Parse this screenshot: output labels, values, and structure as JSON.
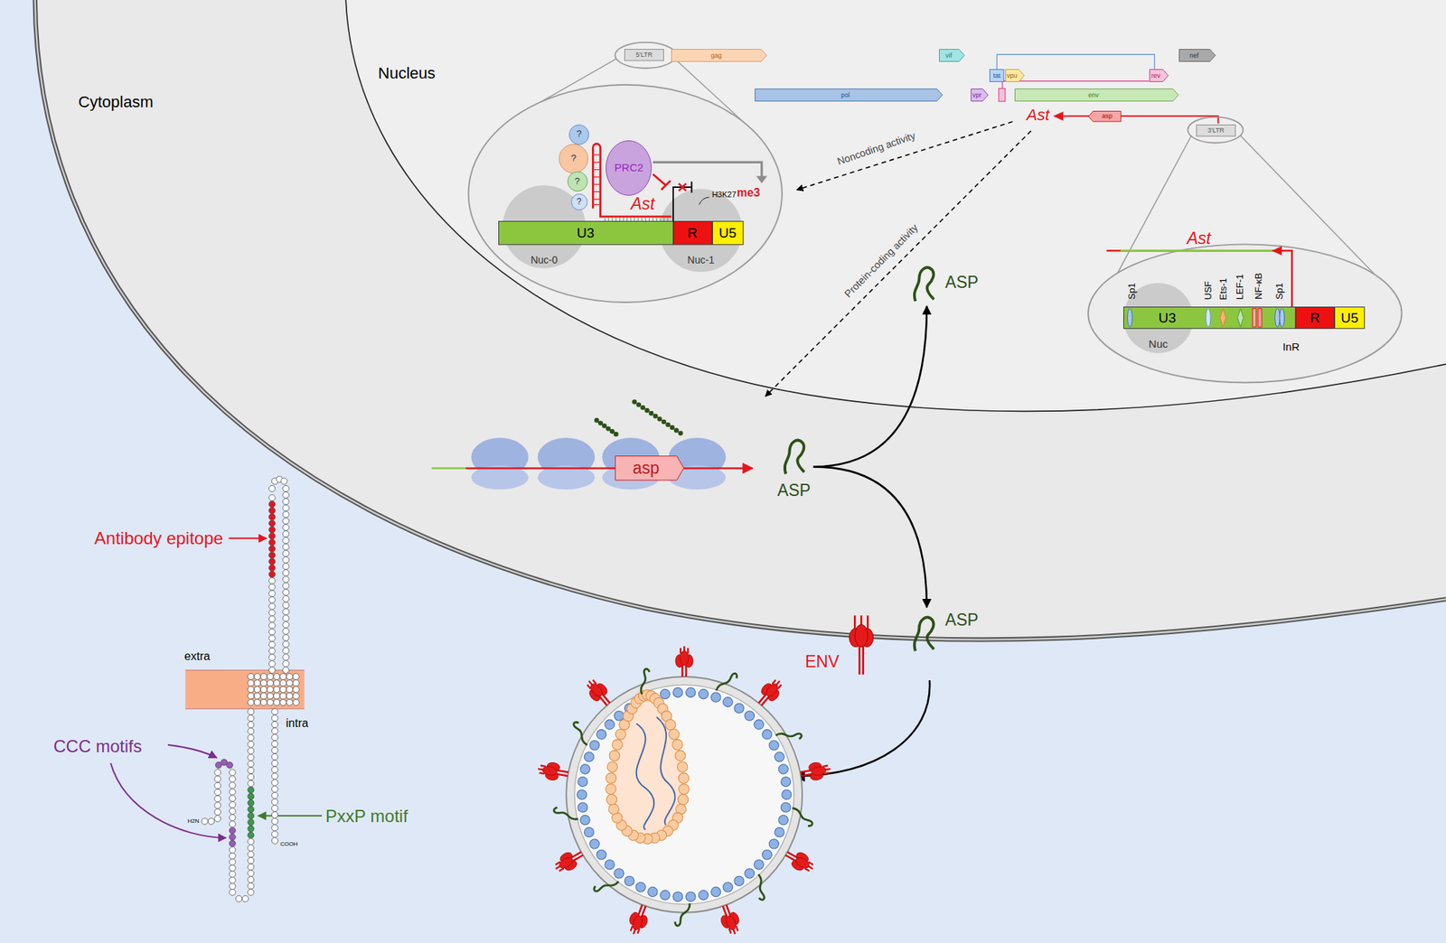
{
  "diagram": {
    "nodes": [
      {
        "text": [
          "5'LTR"
        ]
      },
      {
        "text": [
          "gag"
        ]
      },
      {
        "text": [
          "pol"
        ]
      },
      {
        "text": [
          "vif"
        ]
      },
      {
        "text": [
          "tat"
        ]
      },
      {
        "text": [
          "vpu"
        ]
      },
      {
        "text": [
          "vpr"
        ]
      },
      {
        "text": [
          "rev"
        ]
      },
      {
        "text": [
          "env"
        ]
      },
      {
        "text": [
          "nef"
        ]
      },
      {
        "text": [
          "asp"
        ]
      },
      {
        "text": [
          "3'LTR"
        ]
      },
      {
        "text": [
          "?"
        ]
      },
      {
        "text": [
          "?"
        ]
      },
      {
        "text": [
          "?"
        ]
      },
      {
        "text": [
          "?"
        ]
      },
      {
        "text": [
          "PRC2"
        ]
      },
      {
        "text": [
          "U3"
        ]
      },
      {
        "text": [
          "R"
        ]
      },
      {
        "text": [
          "U5"
        ]
      },
      {
        "text": [
          "U3"
        ]
      },
      {
        "text": [
          "R"
        ]
      },
      {
        "text": [
          "U5"
        ]
      },
      {
        "text": [
          "asp"
        ]
      },
      {
        "text": [
          "ASP"
        ]
      },
      {
        "text": [
          "ASP"
        ]
      },
      {
        "text": [
          "ENV"
        ]
      },
      {
        "text": [
          "ASP"
        ]
      }
    ],
    "edges": [
      {
        "from": 25,
        "to": 24,
        "arrow": "to"
      },
      {
        "from": 25,
        "to": 27,
        "arrow": "to"
      }
    ],
    "labels": [
      "Cytoplasm",
      "Nucleus",
      "Ast",
      "Noncoding activity",
      "Protein-coding activity",
      "Ast",
      "H3K27",
      "me3",
      "Nuc-0",
      "Nuc-1",
      "Ast",
      "Sp1",
      "USF",
      "Ets-1",
      "LEF-1",
      "NF-κB",
      "Sp1",
      "Nuc",
      "InR",
      "Antibody epitope",
      "extra",
      "intra",
      "CCC motifs",
      "PxxP motif",
      "H2N",
      "COOH"
    ]
  }
}
